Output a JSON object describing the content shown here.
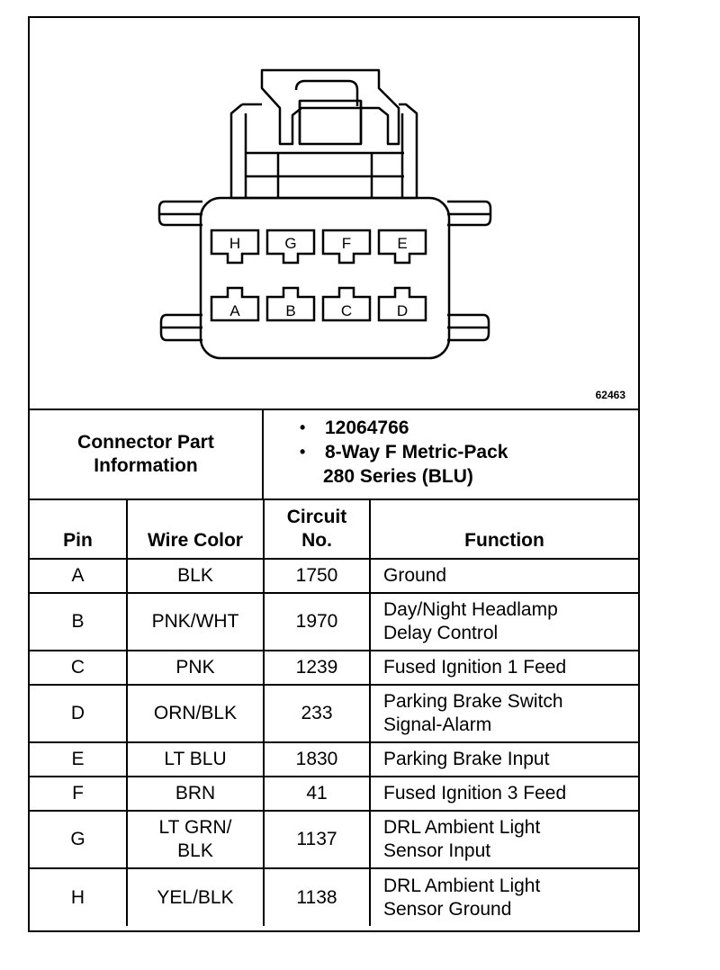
{
  "figure_id": "62463",
  "connector_pins_top": [
    "H",
    "G",
    "F",
    "E"
  ],
  "connector_pins_bottom": [
    "A",
    "B",
    "C",
    "D"
  ],
  "part_info": {
    "label_line1": "Connector Part",
    "label_line2": "Information",
    "part_number": "12064766",
    "desc_line1": "8-Way F Metric-Pack",
    "desc_line2": "280 Series (BLU)"
  },
  "table": {
    "headers": {
      "pin": "Pin",
      "wire_color": "Wire Color",
      "circuit_line1": "Circuit",
      "circuit_line2": "No.",
      "function": "Function"
    },
    "rows": [
      {
        "pin": "A",
        "wire": "BLK",
        "circuit": "1750",
        "function": [
          "Ground"
        ]
      },
      {
        "pin": "B",
        "wire": "PNK/WHT",
        "circuit": "1970",
        "function": [
          "Day/Night Headlamp",
          "Delay Control"
        ]
      },
      {
        "pin": "C",
        "wire": "PNK",
        "circuit": "1239",
        "function": [
          "Fused Ignition 1 Feed"
        ]
      },
      {
        "pin": "D",
        "wire": "ORN/BLK",
        "circuit": "233",
        "function": [
          "Parking Brake Switch",
          "Signal-Alarm"
        ]
      },
      {
        "pin": "E",
        "wire": "LT BLU",
        "circuit": "1830",
        "function": [
          "Parking Brake Input"
        ]
      },
      {
        "pin": "F",
        "wire": "BRN",
        "circuit": "41",
        "function": [
          "Fused Ignition 3 Feed"
        ]
      },
      {
        "pin": "G",
        "wire": "LT GRN/ BLK",
        "wire_lines": [
          "LT GRN/",
          "BLK"
        ],
        "circuit": "1137",
        "function": [
          "DRL Ambient Light",
          "Sensor Input"
        ]
      },
      {
        "pin": "H",
        "wire": "YEL/BLK",
        "circuit": "1138",
        "function": [
          "DRL Ambient Light",
          "Sensor Ground"
        ]
      }
    ]
  }
}
